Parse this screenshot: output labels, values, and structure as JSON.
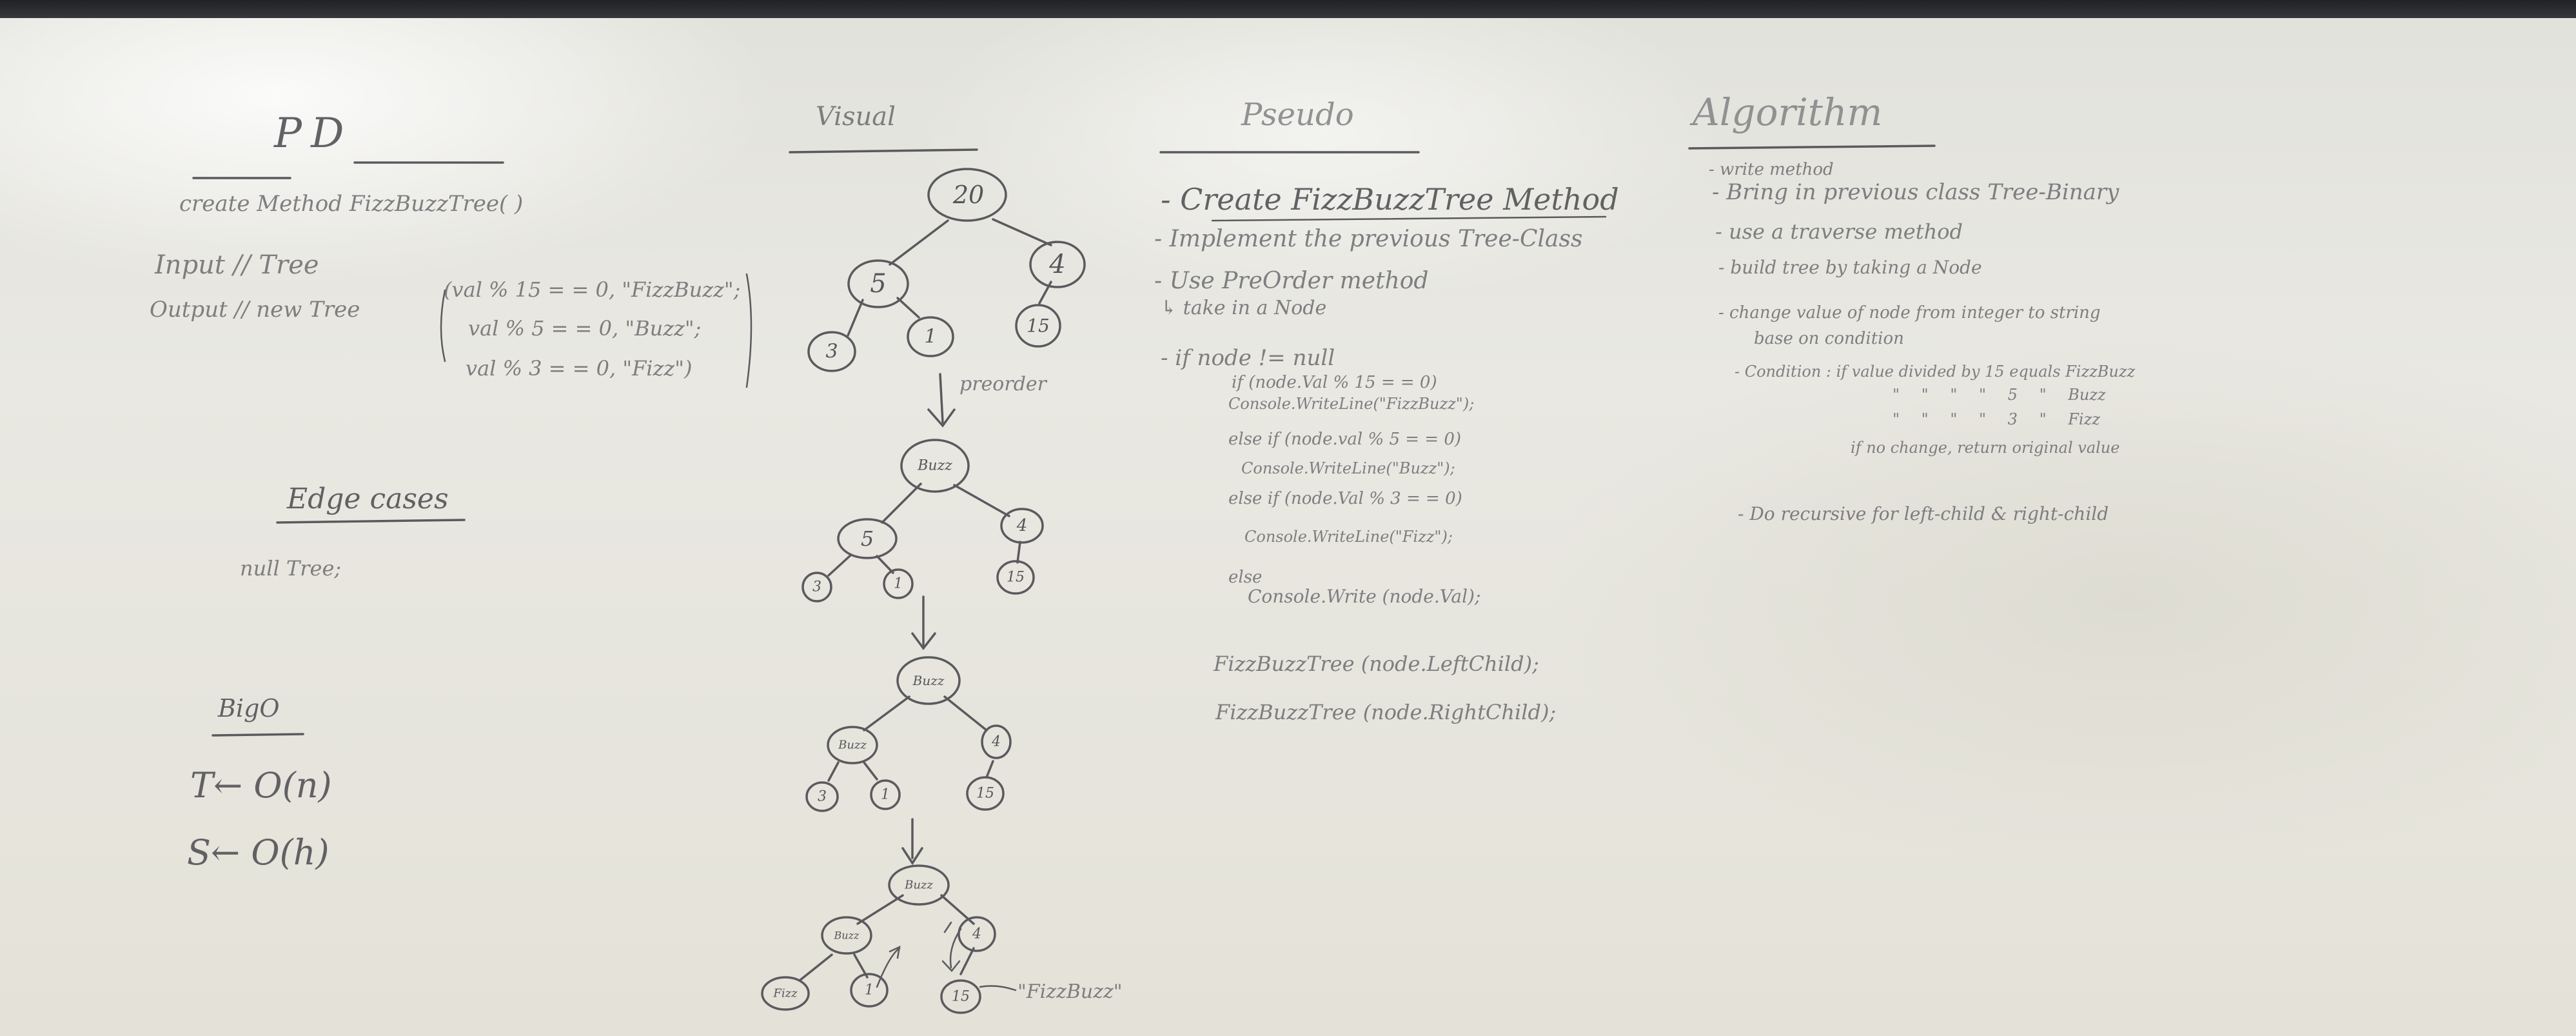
{
  "pd": {
    "heading": "PD",
    "line1": "create Method FizzBuzzTree( )",
    "input": "Input // Tree",
    "output": "Output // new Tree",
    "cond1": "(val % 15 = = 0, \"FizzBuzz\";",
    "cond2": "val % 5 = = 0, \"Buzz\";",
    "cond3": "val % 3 = = 0, \"Fizz\")"
  },
  "edge": {
    "heading": "Edge cases",
    "item": "null Tree;"
  },
  "bigo": {
    "heading": "BigO",
    "time": "T← O(n)",
    "space": "S← O(h)"
  },
  "visual": {
    "heading": "Visual",
    "preorder": "preorder",
    "fizzbuzz_note": "\"FizzBuzz\"",
    "tree1": [
      "20",
      "5",
      "4",
      "3",
      "1",
      "15"
    ],
    "tree2": [
      "Buzz",
      "5",
      "4",
      "3",
      "1",
      "15"
    ],
    "tree3": [
      "Buzz",
      "Buzz",
      "4",
      "3",
      "1",
      "15"
    ],
    "tree4": [
      "Buzz",
      "Buzz",
      "4",
      "Fizz",
      "1",
      "15"
    ]
  },
  "pseudo": {
    "heading": "Pseudo",
    "l1": "- Create FizzBuzzTree Method",
    "l2": "- Implement the previous Tree-Class",
    "l3": "- Use PreOrder method",
    "l4": "↳ take in a Node",
    "l5": "- if node != null",
    "l6": "if (node.Val % 15 = = 0)",
    "l7": "Console.WriteLine(\"FizzBuzz\");",
    "l8": "else if (node.val % 5 = = 0)",
    "l9": "Console.WriteLine(\"Buzz\");",
    "l10": "else if (node.Val % 3 = = 0)",
    "l11": "Console.WriteLine(\"Fizz\");",
    "l12": "else",
    "l13": "Console.Write (node.Val);",
    "l14": "FizzBuzzTree (node.LeftChild);",
    "l15": "FizzBuzzTree (node.RightChild);"
  },
  "algo": {
    "heading": "Algorithm",
    "l1": "- write method",
    "l2": "- Bring in previous class Tree-Binary",
    "l3": "- use a traverse method",
    "l4": "- build tree by taking a Node",
    "l5": "- change value of node from integer to string",
    "l6": "base on condition",
    "l7": "- Condition : if value divided by 15 equals FizzBuzz",
    "l8": "\" \" \" \" 5 \" Buzz",
    "l9": "\" \" \" \" 3 \" Fizz",
    "l10": "if no change, return original value",
    "l11": "- Do recursive for left-child & right-child"
  }
}
